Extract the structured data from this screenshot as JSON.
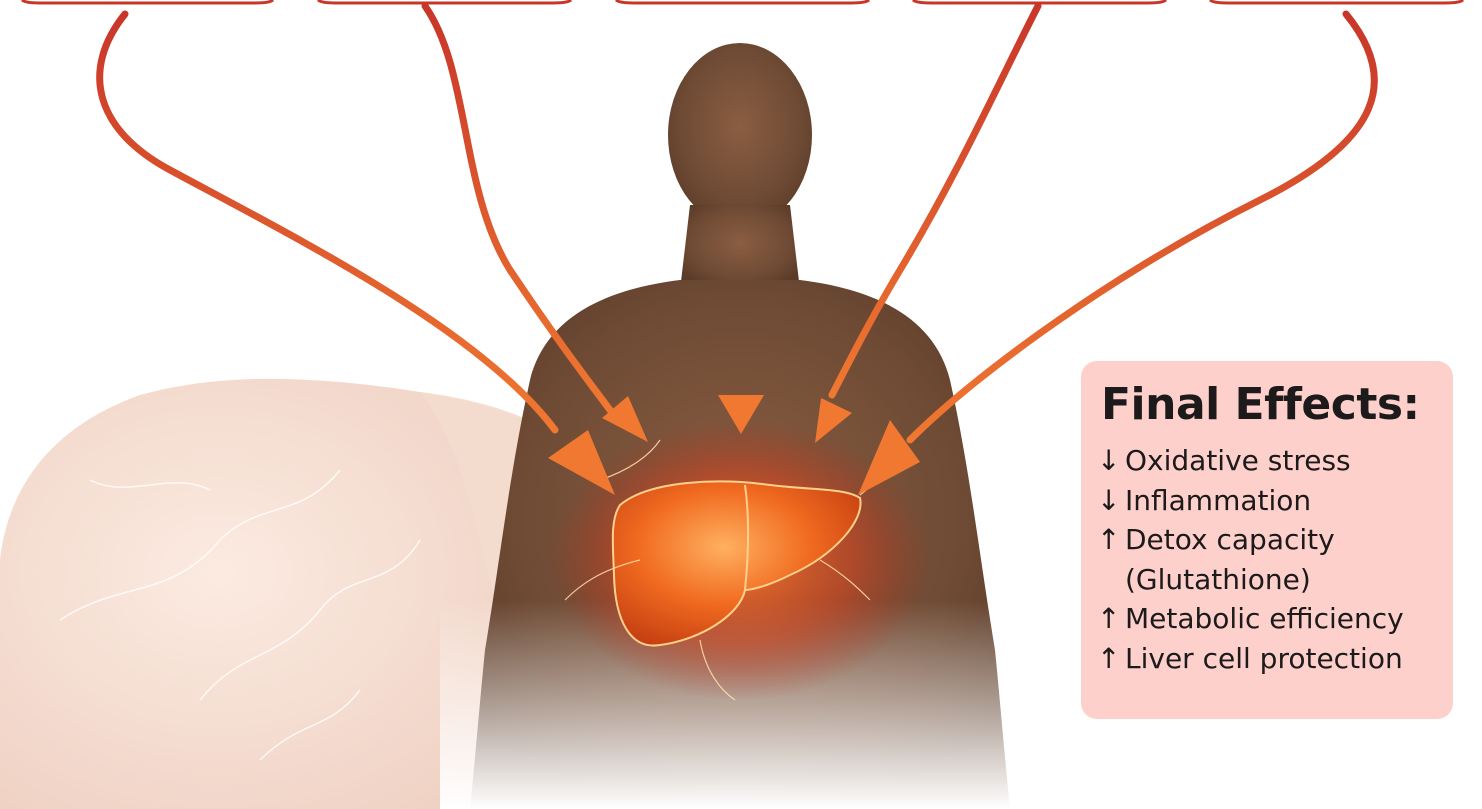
{
  "panel": {
    "title": "Final Effects:",
    "items": [
      {
        "arrow": "↓",
        "text": "Oxidative stress"
      },
      {
        "arrow": "↓",
        "text": "Inflammation"
      },
      {
        "arrow": "↑",
        "text": "Detox capacity"
      },
      {
        "arrow": "",
        "text": "(Glutathione)"
      },
      {
        "arrow": "↑",
        "text": "Metabolic efficiency"
      },
      {
        "arrow": "↑",
        "text": "Liver cell protection"
      }
    ],
    "background": "#fdd0cc"
  },
  "colors": {
    "pathway_top": "#c8362a",
    "pathway_bottom": "#f07830",
    "liver": "#f0701e",
    "body_silhouette": "#7a5238",
    "source_box_border": "#c8362a"
  },
  "icons": [
    "human-body-silhouette",
    "liver-illustration",
    "large-liver-background"
  ]
}
